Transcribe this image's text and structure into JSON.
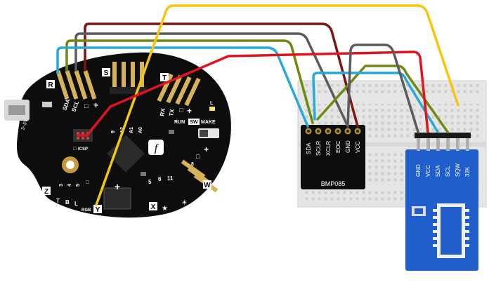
{
  "board": {
    "power_label": "3~5V",
    "port_labels": {
      "R": "R",
      "S": "S",
      "T": "T",
      "W": "W",
      "X": "X",
      "Y": "Y",
      "Z": "Z"
    },
    "r_pins": [
      "SDA",
      "SCL",
      "□",
      "+"
    ],
    "s_pins": [
      "9",
      "A2",
      "A1",
      "A0"
    ],
    "t_pins": [
      "RX",
      "TX",
      "□",
      "+"
    ],
    "w_pins": [
      "8",
      "□",
      "+"
    ],
    "z_pins": [
      "3",
      "4",
      "5",
      "□"
    ],
    "z_letters": [
      "T",
      "B",
      "L"
    ],
    "x_pins": [
      "5",
      "6",
      "11"
    ],
    "led_label": "L",
    "switch_labels": {
      "run": "RUN",
      "sw": "SW",
      "make": "MAKE"
    },
    "icsp_label": "ICSP",
    "rgb_label": "RGB",
    "plus_label": "+",
    "minus_label": "□"
  },
  "bmp085": {
    "name": "BMP085",
    "pins": [
      "SDA",
      "SCLR",
      "XCLR",
      "EOC",
      "GND",
      "VCC"
    ]
  },
  "rtc_module": {
    "pins": [
      "GND",
      "VCC",
      "SDA",
      "SCL",
      "SQW",
      "32K"
    ]
  },
  "wire_colors": {
    "yellow": "#f2c70d",
    "darkred": "#7d1515",
    "gray": "#5b5b5b",
    "olive": "#6f8a12",
    "red": "#e0141e",
    "blue": "#28a9d6"
  }
}
